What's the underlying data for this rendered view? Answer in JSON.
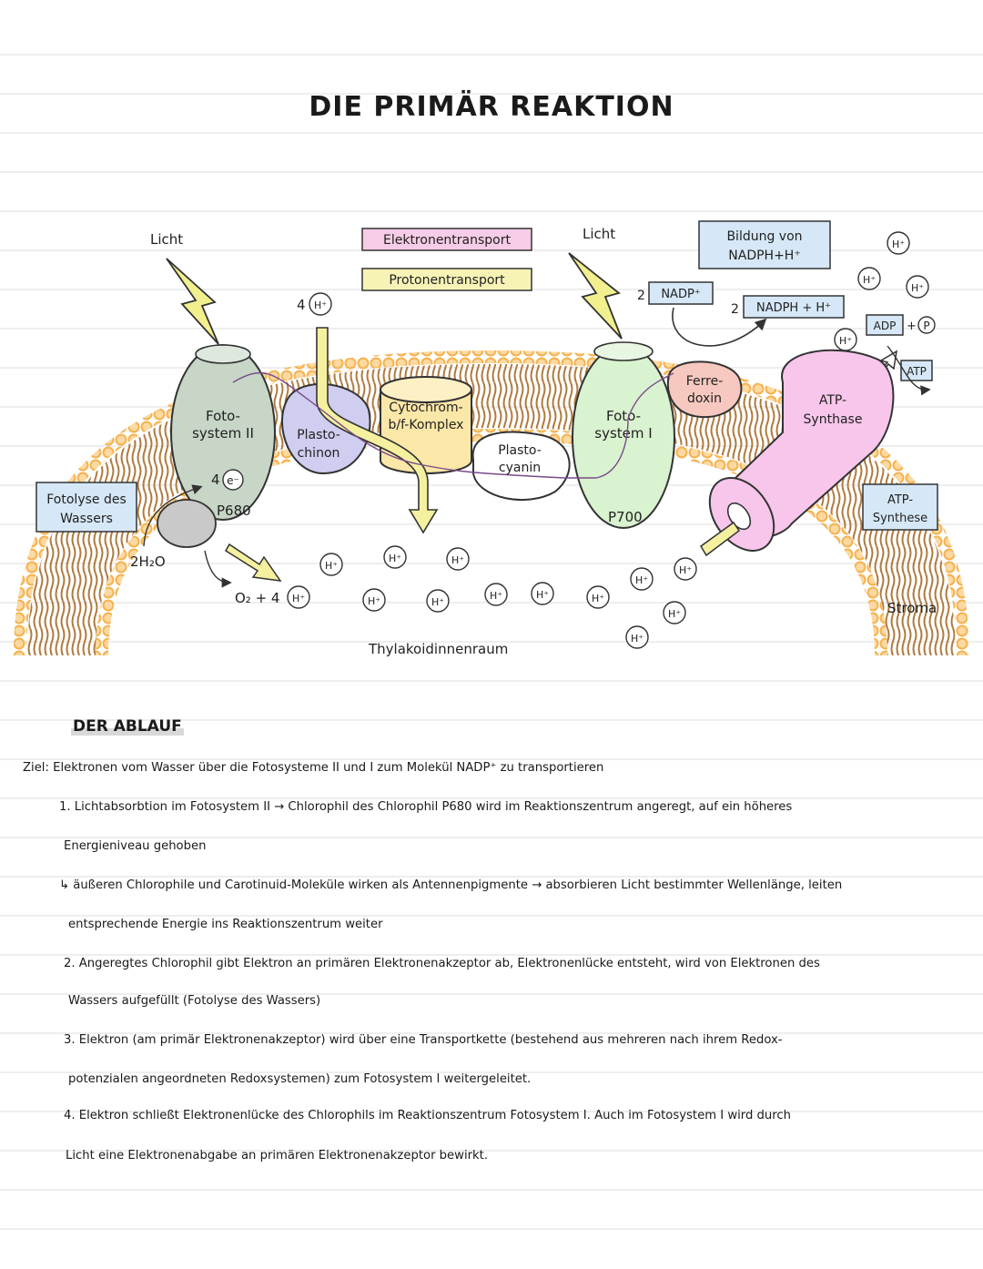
{
  "title": "DIE PRIMÄR REAKTION",
  "diagram": {
    "licht_1": "Licht",
    "licht_2": "Licht",
    "legend_elektronen": "Elektronentransport",
    "legend_protonen": "Protonentransport",
    "bildung_line1": "Bildung von",
    "bildung_line2": "NADPH+H⁺",
    "nadp_count": "2",
    "nadp": "NADP⁺",
    "nadph_count": "2",
    "nadph": "NADPH + H⁺",
    "adp": "ADP",
    "plus": "+",
    "p": "P",
    "atp": "ATP",
    "fotosystem2_line1": "Foto-",
    "fotosystem2_line2": "system II",
    "e_count": "4",
    "e": "e⁻",
    "p680": "P680",
    "plastochinon_line1": "Plasto-",
    "plastochinon_line2": "chinon",
    "cytochrom_line1": "Cytochrom-",
    "cytochrom_line2": "b/f-Komplex",
    "plastocyanin_line1": "Plasto-",
    "plastocyanin_line2": "cyanin",
    "fotosystem1_line1": "Foto-",
    "fotosystem1_line2": "system I",
    "p700": "P700",
    "ferredoxin_line1": "Ferre-",
    "ferredoxin_line2": "doxin",
    "atp_synthase_line1": "ATP-",
    "atp_synthase_line2": "Synthase",
    "atp_synthese_line1": "ATP-",
    "atp_synthese_line2": "Synthese",
    "fotolyse_line1": "Fotolyse des",
    "fotolyse_line2": "Wassers",
    "water": "2H₂O",
    "o2": "O₂ + 4",
    "h_count_top": "4",
    "h_plus": "H⁺",
    "thylakoid": "Thylakoidinnenraum",
    "stroma": "Stroma"
  },
  "section_heading": "DER ABLAUF",
  "notes": [
    "Ziel: Elektronen vom Wasser über die Fotosysteme II und I zum Molekül NADP⁺ zu transportieren",
    "1. Lichtabsorbtion im Fotosystem II → Chlorophil des Chlorophil P680 wird im Reaktionszentrum angeregt, auf ein höheres",
    "Energieniveau gehoben",
    "↳ äußeren Chlorophile und Carotinuid-Moleküle wirken als Antennenpigmente → absorbieren Licht bestimmter Wellenlänge, leiten",
    "entsprechende Energie ins Reaktionszentrum weiter",
    "2. Angeregtes Chlorophil gibt Elektron an primären Elektronenakzeptor ab, Elektronenlücke entsteht, wird von Elektronen des",
    "Wassers aufgefüllt (Fotolyse des Wassers)",
    "3. Elektron (am primär Elektronenakzeptor) wird über eine Transportkette (bestehend aus mehreren nach ihrem Redox-",
    "potenzialen angeordneten Redoxsystemen) zum Fotosystem I weitergeleitet.",
    "4. Elektron schließt Elektronenlücke des Chlorophils im Reaktionszentrum Fotosystem I. Auch im Fotosystem I wird durch",
    "Licht eine Elektronenabgabe an primären Elektronenakzeptor bewirkt."
  ],
  "colors": {
    "membrane_head": "#f6b24e",
    "membrane_tail": "#b07a3e",
    "ps2": "#c7d6c6",
    "plastochinon": "#cfcdf0",
    "cytochrom": "#fbe7a8",
    "ps1": "#d9f2cf",
    "ferredoxin": "#f7c8c0",
    "atp_synthase": "#f7c6ea",
    "arrow_yellow": "#f4f0a0",
    "legend_pink": "#f6cce6",
    "legend_yellow": "#f7f3b6",
    "box_blue": "#d6e8f7"
  }
}
